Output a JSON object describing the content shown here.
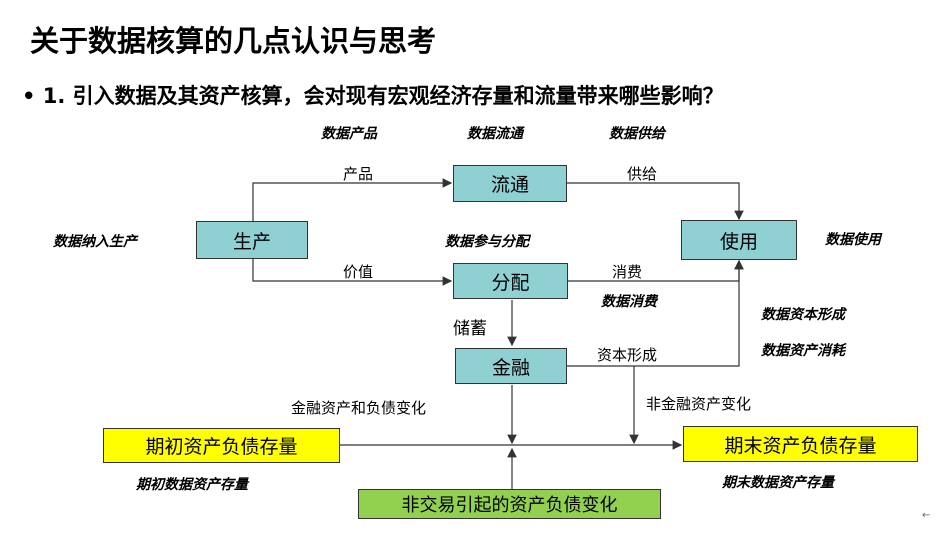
{
  "title": "关于数据核算的几点认识与思考",
  "question": "• 1. 引入数据及其资产核算，会对现有宏观经济存量和流量带来哪些影响？",
  "boxes": {
    "production": "生产",
    "circulation": "流通",
    "use": "使用",
    "distribution": "分配",
    "finance": "金融",
    "opening_stock": "期初资产负债存量",
    "closing_stock": "期末资产负债存量",
    "non_transaction": "非交易引起的资产负债变化"
  },
  "flow_labels": {
    "product": "产品",
    "supply": "供给",
    "value": "价值",
    "consumption": "消费",
    "saving": "储蓄",
    "capital_formation": "资本形成",
    "financial_change": "金融资产和负债变化",
    "nonfinancial_change": "非金融资产变化"
  },
  "data_notes": {
    "data_products": "数据产品",
    "data_circulation": "数据流通",
    "data_supply": "数据供给",
    "data_in_production": "数据纳入生产",
    "data_in_distribution": "数据参与分配",
    "data_use": "数据使用",
    "data_consumption": "数据消费",
    "data_capital_formation": "数据资本形成",
    "data_asset_consumption": "数据资产消耗",
    "opening_data_stock": "期初数据资产存量",
    "closing_data_stock": "期末数据资产存量"
  },
  "corner_mark": "←"
}
